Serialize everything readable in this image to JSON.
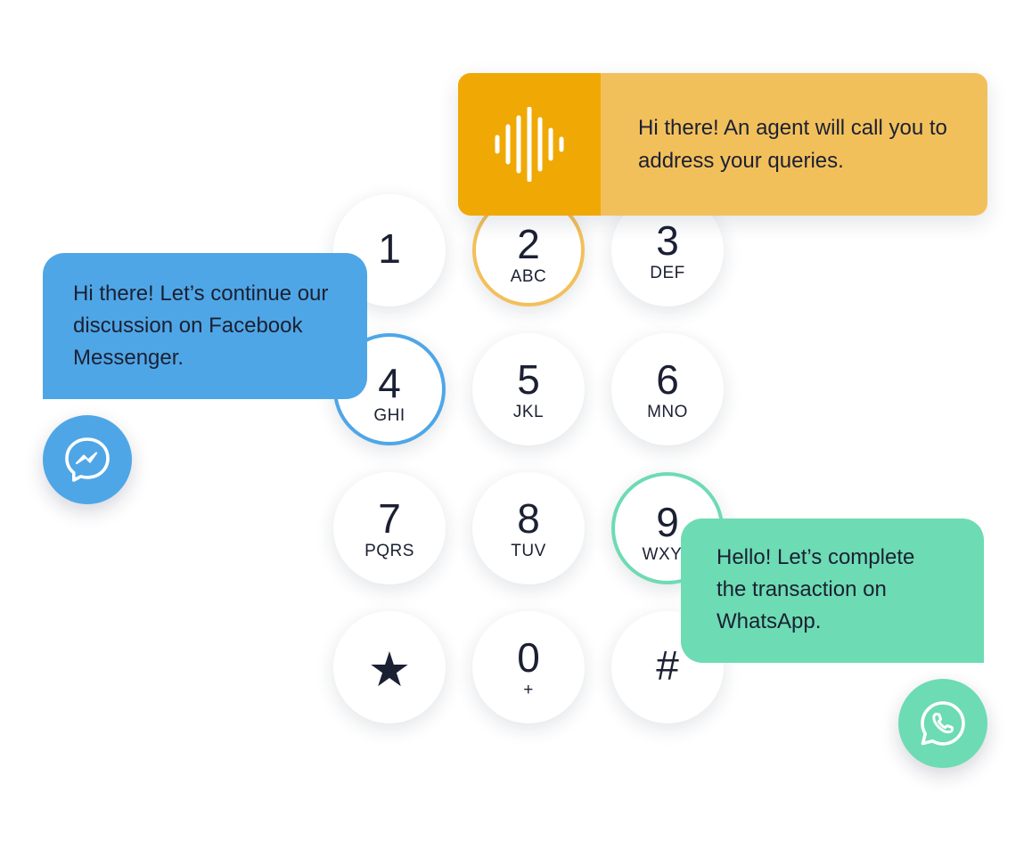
{
  "colors": {
    "voice_accent": "#f0a904",
    "voice_background": "#f2c05b",
    "messenger_blue": "#4fa6e6",
    "whatsapp_green": "#6ddbb3",
    "text": "#1b2033",
    "key_background": "#ffffff"
  },
  "voice_card": {
    "icon": "sound-wave-icon",
    "message": "Hi there! An agent will call you to address your queries."
  },
  "messenger": {
    "icon": "messenger-icon",
    "message": "Hi there! Let’s continue our discussion on Facebook Messenger."
  },
  "whatsapp": {
    "icon": "whatsapp-icon",
    "message": "Hello! Let’s complete the transaction on WhatsApp."
  },
  "keypad": {
    "keys": [
      {
        "digit": "1",
        "letters": ""
      },
      {
        "digit": "2",
        "letters": "ABC",
        "highlight": "orange"
      },
      {
        "digit": "3",
        "letters": "DEF"
      },
      {
        "digit": "4",
        "letters": "GHI",
        "highlight": "blue"
      },
      {
        "digit": "5",
        "letters": "JKL"
      },
      {
        "digit": "6",
        "letters": "MNO"
      },
      {
        "digit": "7",
        "letters": "PQRS"
      },
      {
        "digit": "8",
        "letters": "TUV"
      },
      {
        "digit": "9",
        "letters": "WXYZ",
        "highlight": "green"
      },
      {
        "digit": "★",
        "letters": ""
      },
      {
        "digit": "0",
        "letters": "+"
      },
      {
        "digit": "#",
        "letters": ""
      }
    ]
  }
}
